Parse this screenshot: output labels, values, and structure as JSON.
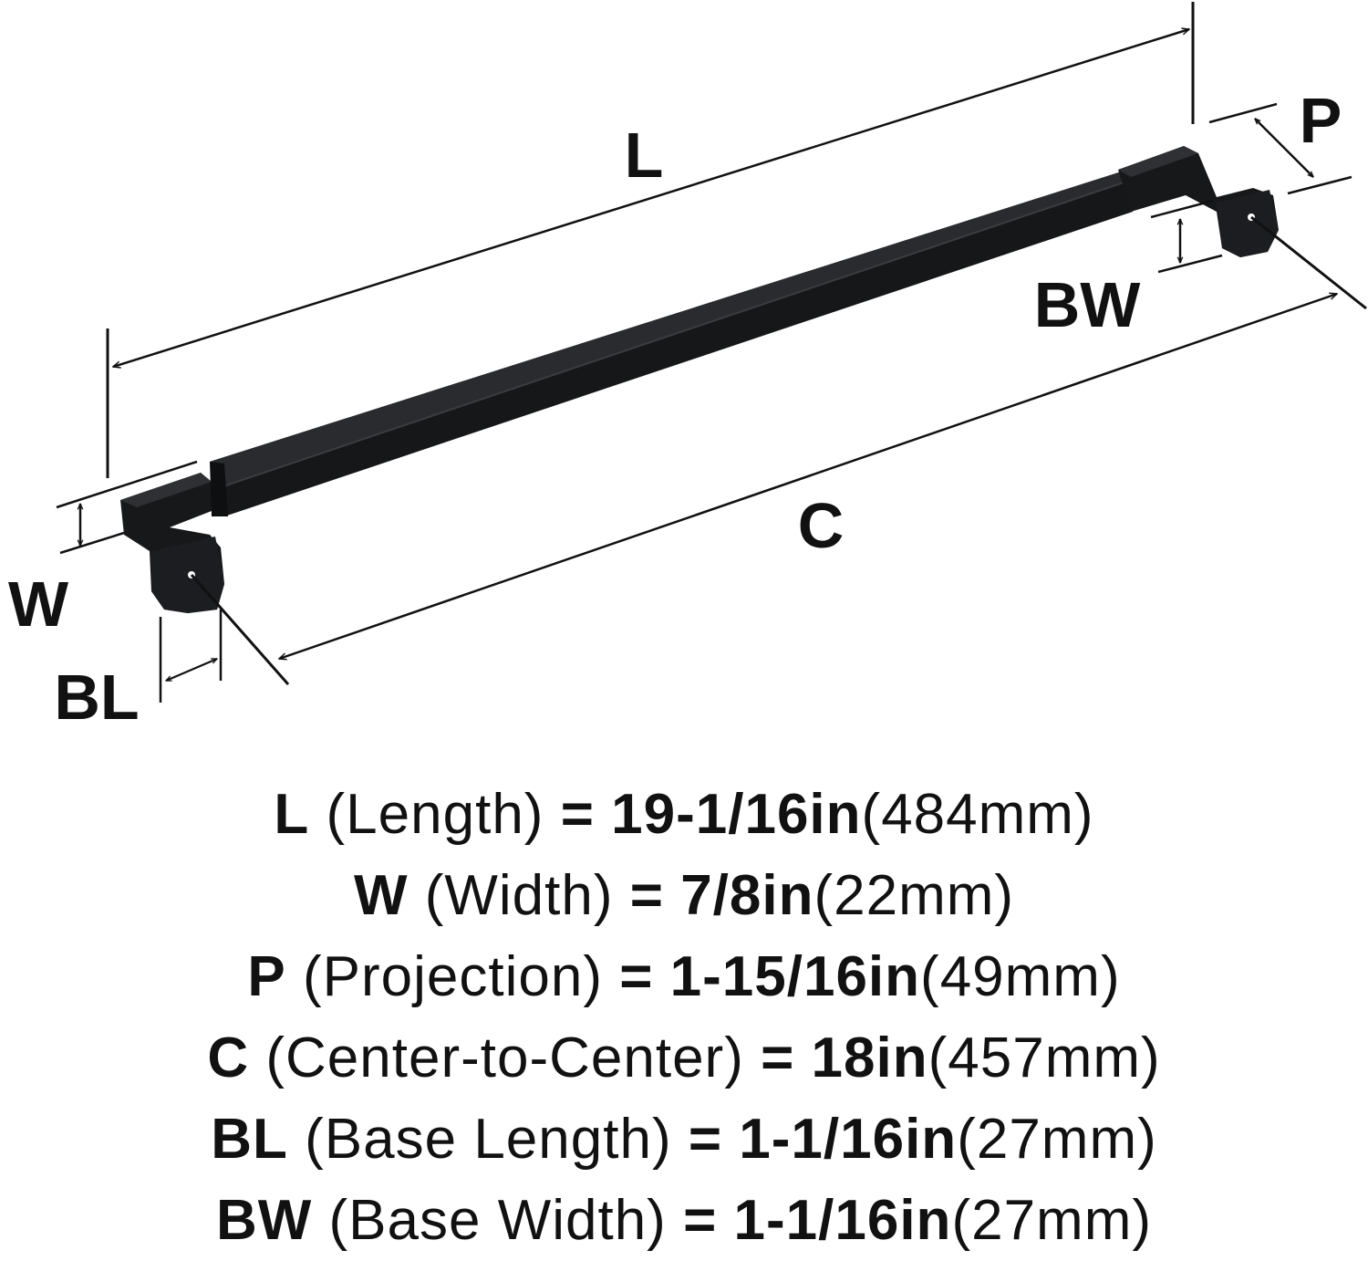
{
  "diagram": {
    "labels": {
      "L": "L",
      "W": "W",
      "P": "P",
      "C": "C",
      "BL": "BL",
      "BW": "BW"
    },
    "colors": {
      "ink": "#111111",
      "handle_top": "#2a2b2e",
      "handle_side": "#141517",
      "handle_edge": "#3b3c40",
      "background": "#ffffff"
    }
  },
  "specs": [
    {
      "key": "L",
      "name": "(Length)",
      "eq": "=",
      "value": "19-1/16in",
      "metric": "(484mm)"
    },
    {
      "key": "W",
      "name": "(Width)",
      "eq": "=",
      "value": "7/8in",
      "metric": "(22mm)"
    },
    {
      "key": "P",
      "name": "(Projection)",
      "eq": "=",
      "value": "1-15/16in",
      "metric": "(49mm)"
    },
    {
      "key": "C",
      "name": "(Center-to-Center)",
      "eq": "=",
      "value": "18in",
      "metric": "(457mm)"
    },
    {
      "key": "BL",
      "name": "(Base Length)",
      "eq": "=",
      "value": "1-1/16in",
      "metric": "(27mm)"
    },
    {
      "key": "BW",
      "name": "(Base Width)",
      "eq": "=",
      "value": "1-1/16in",
      "metric": "(27mm)"
    }
  ]
}
